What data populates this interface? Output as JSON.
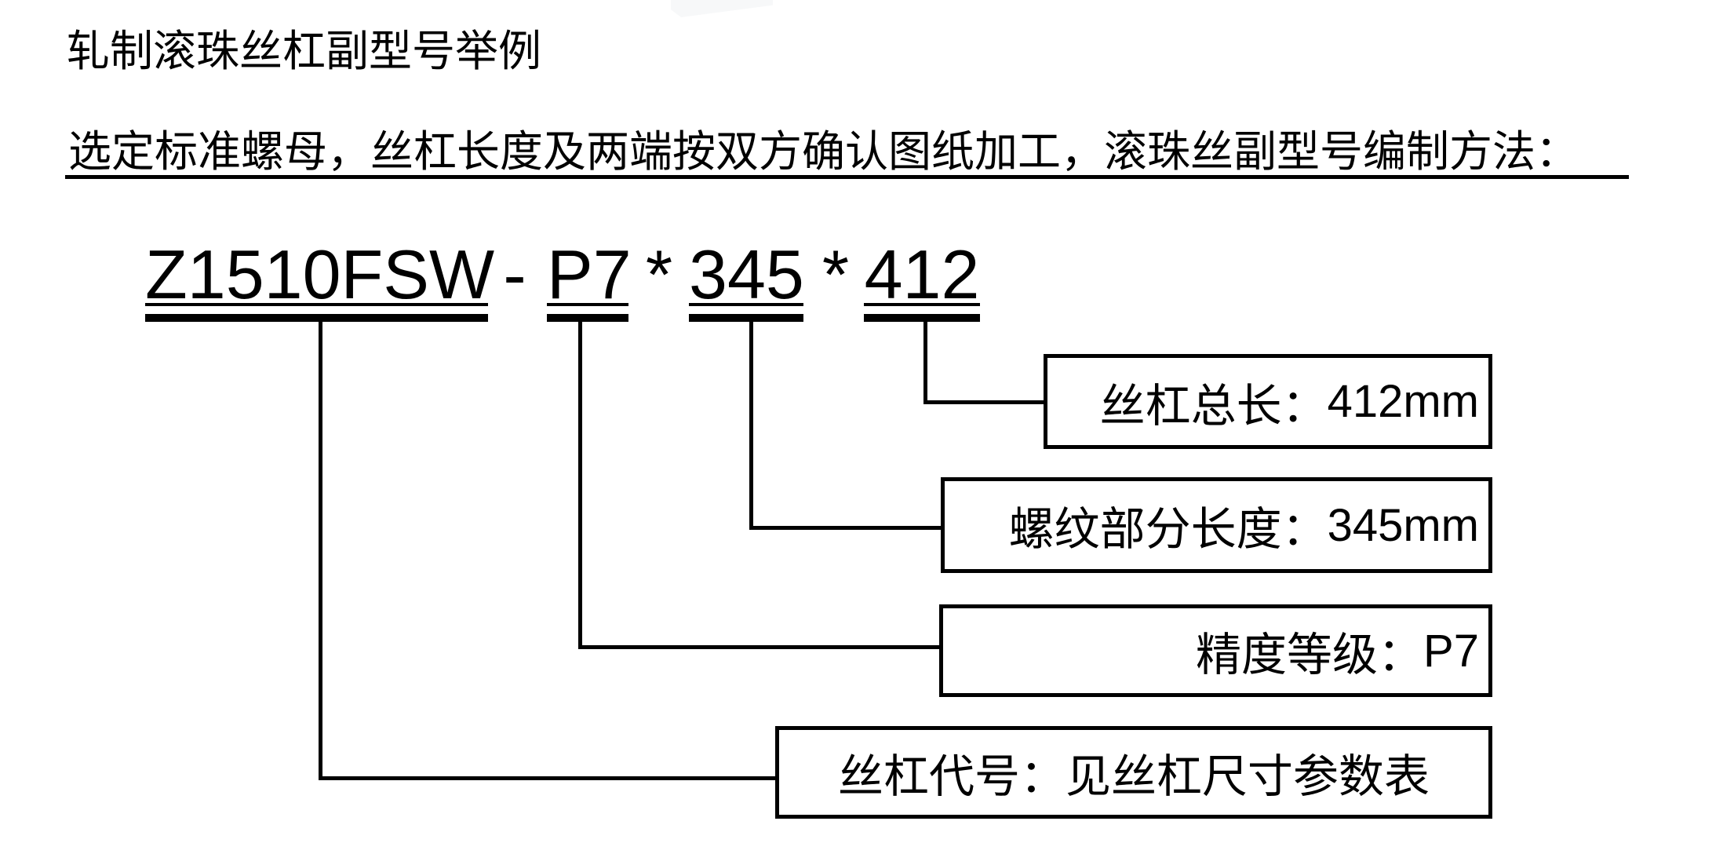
{
  "page": {
    "title": "轧制滚珠丝杠副型号举例",
    "subtitle": "选定标准螺母，丝杠长度及两端按双方确认图纸加工，滚珠丝副型号编制方法："
  },
  "model_code": {
    "full": "Z1510FSW - P7 * 345 * 412",
    "segments": [
      {
        "text": "Z1510FSW"
      },
      {
        "text": "-"
      },
      {
        "text": "P7"
      },
      {
        "text": "*"
      },
      {
        "text": "345"
      },
      {
        "text": "*"
      },
      {
        "text": "412"
      }
    ]
  },
  "callouts": [
    {
      "label": "丝杠总长：",
      "value": "412mm"
    },
    {
      "label": "螺纹部分长度：",
      "value": "345mm"
    },
    {
      "label": "精度等级：",
      "value": "P7"
    },
    {
      "label": "丝杠代号：",
      "value": "见丝杠尺寸参数表"
    }
  ]
}
